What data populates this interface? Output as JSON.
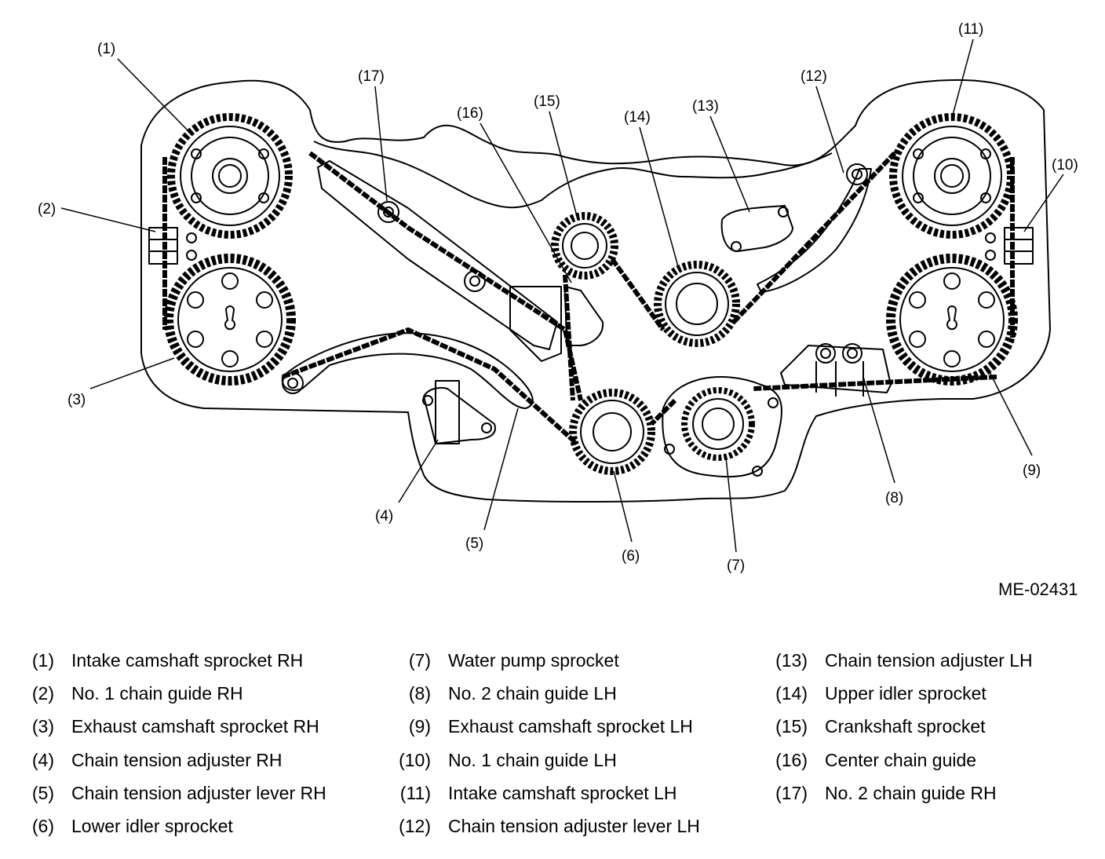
{
  "figure_code": "ME-02431",
  "callouts": [
    "(1)",
    "(2)",
    "(3)",
    "(4)",
    "(5)",
    "(6)",
    "(7)",
    "(8)",
    "(9)",
    "(10)",
    "(11)",
    "(12)",
    "(13)",
    "(14)",
    "(15)",
    "(16)",
    "(17)"
  ],
  "legend": {
    "columns": [
      [
        {
          "num": "(1)",
          "label": "Intake camshaft sprocket RH"
        },
        {
          "num": "(2)",
          "label": "No. 1 chain guide RH"
        },
        {
          "num": "(3)",
          "label": "Exhaust camshaft sprocket RH"
        },
        {
          "num": "(4)",
          "label": "Chain tension adjuster RH"
        },
        {
          "num": "(5)",
          "label": "Chain tension adjuster lever RH"
        },
        {
          "num": "(6)",
          "label": "Lower idler sprocket"
        }
      ],
      [
        {
          "num": "(7)",
          "label": "Water pump sprocket"
        },
        {
          "num": "(8)",
          "label": "No. 2 chain guide LH"
        },
        {
          "num": "(9)",
          "label": "Exhaust camshaft sprocket LH"
        },
        {
          "num": "(10)",
          "label": "No. 1 chain guide LH"
        },
        {
          "num": "(11)",
          "label": "Intake camshaft sprocket LH"
        },
        {
          "num": "(12)",
          "label": "Chain tension adjuster lever LH"
        }
      ],
      [
        {
          "num": "(13)",
          "label": "Chain tension adjuster LH"
        },
        {
          "num": "(14)",
          "label": "Upper idler sprocket"
        },
        {
          "num": "(15)",
          "label": "Crankshaft sprocket"
        },
        {
          "num": "(16)",
          "label": "Center chain guide"
        },
        {
          "num": "(17)",
          "label": "No. 2 chain guide RH"
        }
      ]
    ]
  }
}
